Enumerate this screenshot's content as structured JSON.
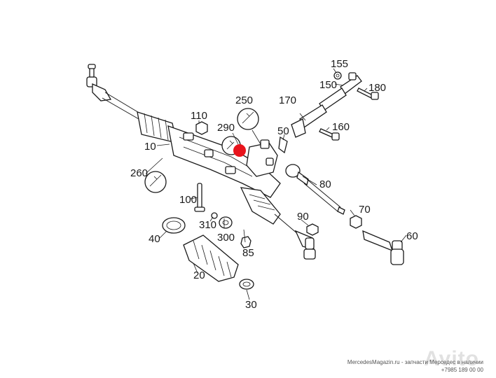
{
  "callouts": {
    "c10": "10",
    "c20": "20",
    "c30": "30",
    "c40": "40",
    "c50": "50",
    "c60": "60",
    "c70": "70",
    "c80": "80",
    "c85": "85",
    "c90": "90",
    "c100": "100",
    "c110": "110",
    "c150": "150",
    "c155": "155",
    "c160": "160",
    "c170": "170",
    "c180": "180",
    "c250": "250",
    "c260": "260",
    "c290": "290",
    "c300": "300",
    "c310": "310"
  },
  "footer": {
    "line1": "MercedesMagazin.ru  -  запчасти Мерседес в наличии",
    "line2": "+7985 189 00 00"
  },
  "watermark": "Avito",
  "colors": {
    "highlight_marker": "#e8141c",
    "ink": "#1a1a1a"
  }
}
